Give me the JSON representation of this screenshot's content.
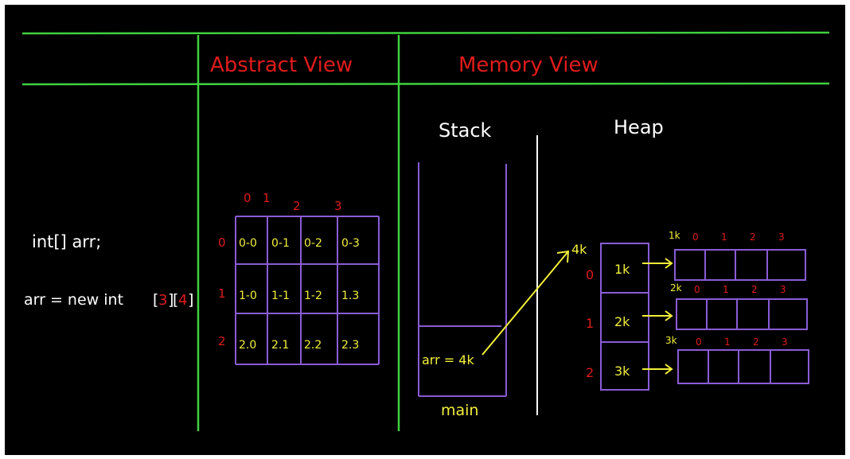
{
  "headers": {
    "abstract_view": "Abstract View",
    "memory_view": "Memory View"
  },
  "code": {
    "line1": "int[] arr;",
    "line2_prefix": "arr = new int",
    "dim1": "3",
    "dim2": "4"
  },
  "abstract": {
    "col_indices": [
      "0",
      "1",
      "2",
      "3"
    ],
    "row_indices": [
      "0",
      "1",
      "2"
    ],
    "cells": [
      [
        "0-0",
        "0-1",
        "0-2",
        "0-3"
      ],
      [
        "1-0",
        "1-1",
        "1-2",
        "1.3"
      ],
      [
        "2.0",
        "2.1",
        "2.2",
        "2.3"
      ]
    ]
  },
  "stack": {
    "title": "Stack",
    "frame_label": "main",
    "var_label": "arr = 4k"
  },
  "heap": {
    "title": "Heap",
    "ref_array_address": "4k",
    "ref_array": [
      {
        "index": "0",
        "value": "1k"
      },
      {
        "index": "1",
        "value": "2k"
      },
      {
        "index": "2",
        "value": "3k"
      }
    ],
    "rows": [
      {
        "address": "1k",
        "indices": [
          "0",
          "1",
          "2",
          "3"
        ]
      },
      {
        "address": "2k",
        "indices": [
          "0",
          "1",
          "2",
          "3"
        ]
      },
      {
        "address": "3k",
        "indices": [
          "0",
          "1",
          "2",
          "3"
        ]
      }
    ]
  },
  "colors": {
    "background": "#000000",
    "divider": "#3fd13f",
    "grid": "#8a5cd6",
    "label_red": "#e01b1b",
    "label_yellow": "#f2ef3a",
    "text_white": "#ffffff"
  }
}
